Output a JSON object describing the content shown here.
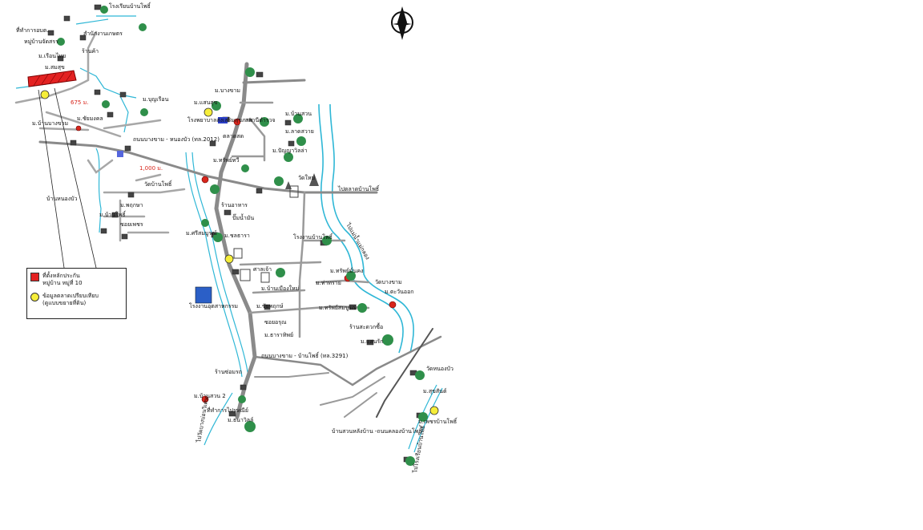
{
  "colors": {
    "road_main": "#8a8a8a",
    "road_minor": "#a7a7a7",
    "river": "#2fb7d6",
    "site": "#e32222",
    "comparable": "#f6ee3a",
    "tree": "#2f8f4a"
  },
  "compass": {
    "icon": "north-arrow-icon",
    "label": "N"
  },
  "distance_labels": {
    "d1": "675 ม.",
    "d2": "1,000 ม."
  },
  "road_labels": {
    "main_route": "ถนนบางขาม - หนองบัว (ทล.2012)",
    "route_3291": "ถนนบางขาม - บ้านโพธิ์ (ทล.3291)",
    "to_temple": "ไปวัดบางบ่อนวิเศษ",
    "to_market": "ไปตลาดบ้านโพธิ์",
    "to_river": "ไปแม่น้ำแม่กลอง",
    "to_school": "ไปโรงเรียนบ้านโพธิ์"
  },
  "place_labels": [
    "โรงเรียนบ้านโพธิ์",
    "ที่ทำการอบต.",
    "หมู่บ้านจัดสรร",
    "ร้านค้า",
    "สำนักงานเกษตร",
    "โรงพยาบาลส่งเสริมสุขภาพ",
    "วัดใหม่",
    "ม.แสนสุข",
    "ม.บ้านสวน",
    "ม.ปัญญาวิลล่า",
    "ตลาดสด",
    "สถานีตำรวจ",
    "ร้านอาหาร",
    "ปั๊มน้ำมัน",
    "ม.ทรัพย์ทวี",
    "ม.บางขาม",
    "ม.ลาดสวาย",
    "ม.ศรีสมบูรณ์",
    "โรงงานอุตสาหกรรม",
    "บ้านหนองบัว",
    "ม.บ้านบางขาม",
    "ม.ชลธารา",
    "ศาลเจ้า",
    "ม.บ้านเมืองใหม่",
    "ม.ท่าทราย",
    "ม.ชัยพฤกษ์",
    "โรงงานบ้านโพธิ์",
    "ม.ทรัพย์มั่นคง",
    "วัดบางขาม",
    "ม.ทรัพย์สมบูรณ์",
    "ซอยอรุณ",
    "ม.แสนรัก",
    "ร้านซ่อมรถ",
    "ม.บ้านสวน 2",
    "วัดหนองบัว",
    "ม.สุขสันต์",
    "ที่ทำการไปรษณีย์",
    "ม.ธนาวิลล์",
    "ม.เพชรบ้านโพธิ์",
    "ร้านสะดวกซื้อ",
    "ม.บุญเรือน",
    "ม.พฤกษา",
    "วัดบ้านโพธิ์",
    "ม.บ้านโพธิ์",
    "ม.ชัยมงคล",
    "ม.ตะวันออก",
    "ซอยเพชร",
    "ม.เรือนไทย",
    "ม.สมสุข",
    "ม.ธาราทิพย์",
    "บ้านสวนหลังบ้าน -ถนนคลองบ้านโพธิ์"
  ],
  "legend": {
    "site_label": "ที่ตั้งหลักประกัน",
    "site_detail": "หมู่บ้าน หมู่ที่ 10",
    "comparable_label": "ข้อมูลตลาดเปรียบเทียบ",
    "comparable_detail": "(ดูแบบขยายที่ดิน)"
  }
}
